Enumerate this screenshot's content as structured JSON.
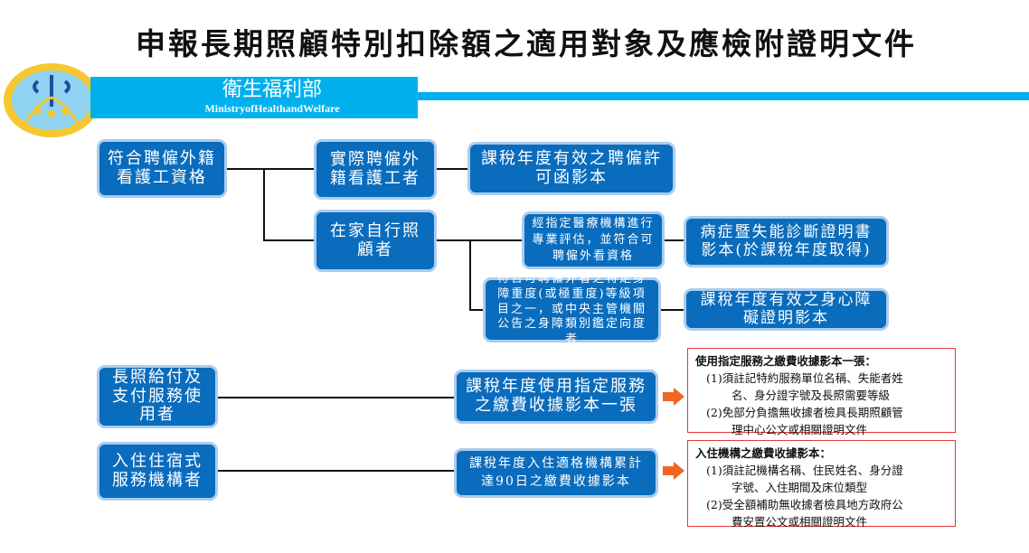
{
  "title": "申報長期照顧特別扣除額之適用對象及應檢附證明文件",
  "header": {
    "org_zh": "衛生福利部",
    "org_en": "MinistryofHealthandWelfare",
    "logo_text": "Ministry of Health and Welfare",
    "logo_text_zh": "衛生福利部"
  },
  "colors": {
    "box": "#0a6cbc",
    "box_border": "#a9cdef",
    "header": "#00b0ec",
    "note_border": "#e53935",
    "arrow": "#f26522"
  },
  "nodes": {
    "a1": "符合聘僱外籍看護工資格",
    "b1": "實際聘僱外籍看護工者",
    "c1": "課稅年度有效之聘僱許可函影本",
    "b2": "在家自行照顧者",
    "d1": "經指定醫療機構進行專業評估，並符合可聘僱外看資格",
    "e1": "病症暨失能診斷證明書影本(於課稅年度取得)",
    "d2": "符合可聘僱外看之特定身障重度(或極重度)等級項目之一，或中央主管機關公告之身障類別鑑定向度者",
    "e2": "課稅年度有效之身心障礙證明影本",
    "a2": "長照給付及支付服務使用者",
    "c2": "課稅年度使用指定服務之繳費收據影本一張",
    "a3": "入住住宿式服務機構者",
    "c3": "課稅年度入住適格機構累計達90日之繳費收據影本"
  },
  "notes": [
    {
      "heading": "使用指定服務之繳費收據影本一張：",
      "items": [
        [
          "(1)須註記特約服務單位名稱、失能者姓",
          "名、身分證字號及長照需要等級"
        ],
        [
          "(2)免部分負擔無收據者檢具長期照顧管",
          "理中心公文或相關證明文件"
        ]
      ]
    },
    {
      "heading": "入住機構之繳費收據影本：",
      "items": [
        [
          "(1)須註記機構名稱、住民姓名、身分證",
          "字號、入住期間及床位類型"
        ],
        [
          "(2)受全額補助無收據者檢具地方政府公",
          "費安置公文或相關證明文件"
        ]
      ]
    }
  ]
}
